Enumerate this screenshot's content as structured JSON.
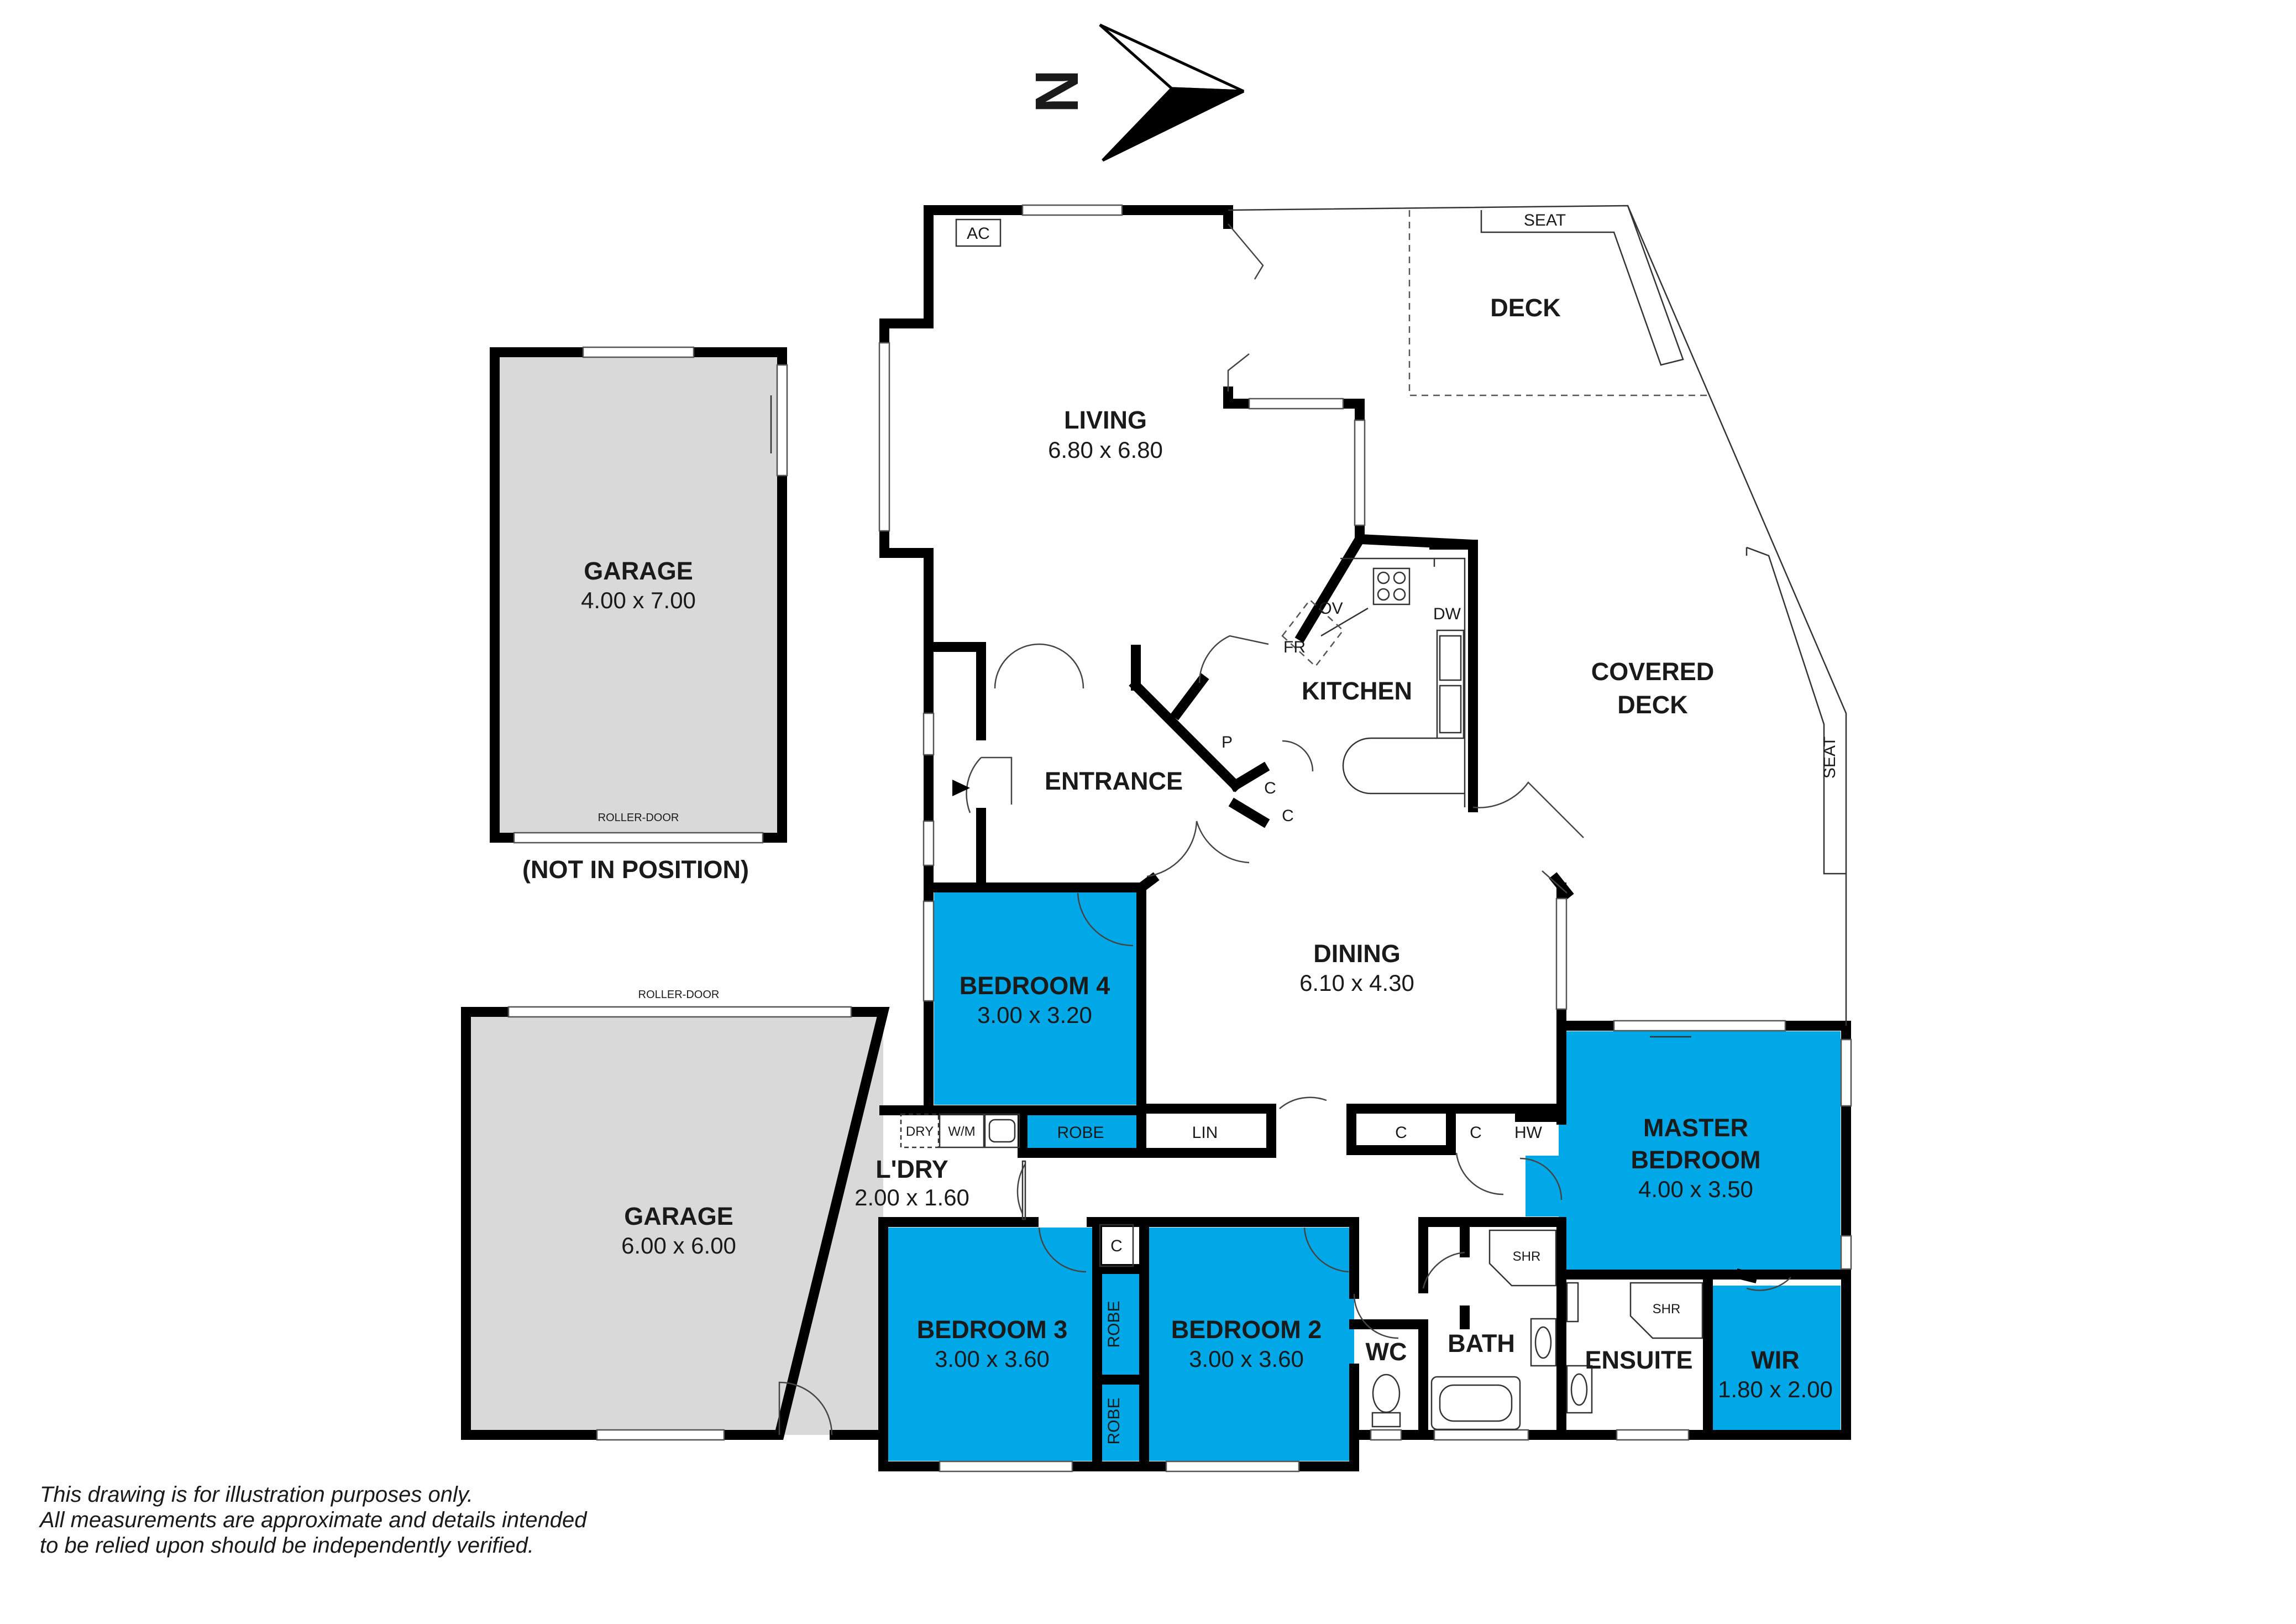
{
  "compass": {
    "label": "N"
  },
  "rooms": {
    "garage_top": {
      "name": "GARAGE",
      "dims": "4.00 x 7.00",
      "door_label": "ROLLER-DOOR",
      "note": "(NOT IN POSITION)"
    },
    "garage_main": {
      "name": "GARAGE",
      "dims": "6.00 x 6.00",
      "door_label": "ROLLER-DOOR"
    },
    "living": {
      "name": "LIVING",
      "dims": "6.80 x 6.80"
    },
    "deck": {
      "name": "DECK"
    },
    "covered_deck": {
      "name_line1": "COVERED",
      "name_line2": "DECK"
    },
    "kitchen": {
      "name": "KITCHEN"
    },
    "entrance": {
      "name": "ENTRANCE"
    },
    "dining": {
      "name": "DINING",
      "dims": "6.10 x 4.30"
    },
    "bedroom4": {
      "name": "BEDROOM 4",
      "dims": "3.00 x 3.20"
    },
    "master": {
      "name_line1": "MASTER",
      "name_line2": "BEDROOM",
      "dims": "4.00 x 3.50"
    },
    "laundry": {
      "name": "L'DRY",
      "dims": "2.00 x 1.60"
    },
    "bedroom3": {
      "name": "BEDROOM 3",
      "dims": "3.00 x 3.60"
    },
    "bedroom2": {
      "name": "BEDROOM 2",
      "dims": "3.00 x 3.60"
    },
    "wc": {
      "name": "WC"
    },
    "bath": {
      "name": "BATH"
    },
    "ensuite": {
      "name": "ENSUITE"
    },
    "wir": {
      "name": "WIR",
      "dims": "1.80 x 2.00"
    }
  },
  "fixtures": {
    "ac": "AC",
    "seat": "SEAT",
    "ov": "OV",
    "fr": "FR",
    "dw": "DW",
    "p": "P",
    "c": "C",
    "robe": "ROBE",
    "lin": "LIN",
    "hw": "HW",
    "dry": "DRY",
    "wm": "W/M",
    "shr": "SHR"
  },
  "disclaimer": {
    "line1": "This drawing is for illustration purposes only.",
    "line2": "All measurements are approximate and details intended",
    "line3": "to be relied upon should be independently verified."
  },
  "colors": {
    "bedroom_fill": "#00a8e8",
    "garage_fill": "#d9d9d9",
    "wall": "#000000"
  }
}
